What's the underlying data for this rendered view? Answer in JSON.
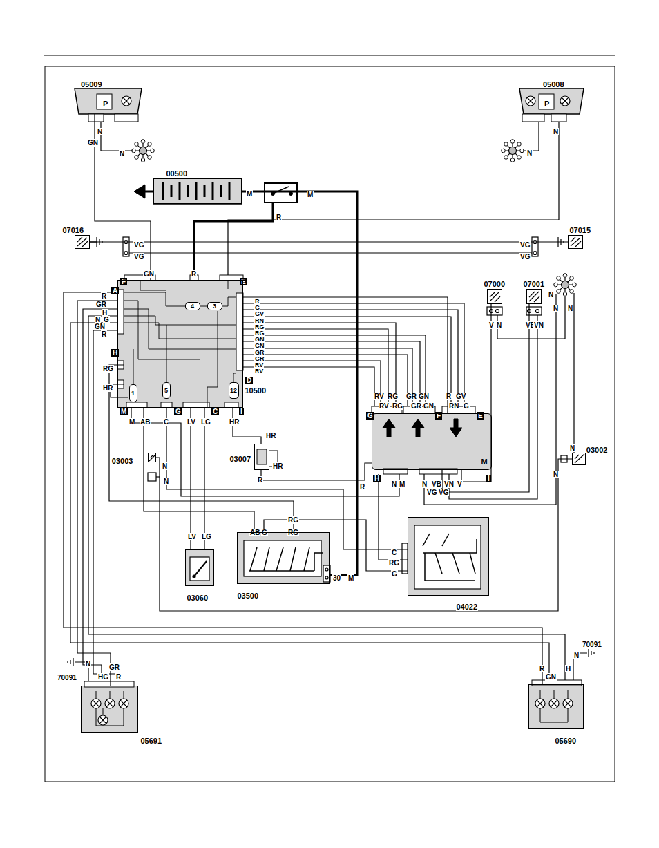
{
  "diagram": {
    "nodes": [
      {
        "text": [
          "05009",
          "P"
        ]
      },
      {
        "text": [
          "05008",
          "P"
        ]
      },
      {
        "text": [
          "00500"
        ]
      },
      {
        "text": [
          "07016"
        ]
      },
      {
        "text": [
          "07015"
        ]
      },
      {
        "text": [
          "10500"
        ]
      },
      {
        "text": [
          "4"
        ],
        "in": 5
      },
      {
        "text": [
          "3"
        ],
        "in": 5
      },
      {
        "text": [
          "1"
        ],
        "in": 5
      },
      {
        "text": [
          "5"
        ],
        "in": 5
      },
      {
        "text": [
          "12"
        ],
        "in": 5
      },
      {
        "text": [
          "07000"
        ]
      },
      {
        "text": [
          "07001"
        ]
      },
      {
        "text": [
          "M"
        ]
      },
      {
        "text": [
          "03003"
        ]
      },
      {
        "text": [
          "03007"
        ]
      },
      {
        "text": [
          "03002"
        ]
      },
      {
        "text": [
          "03060"
        ]
      },
      {
        "text": [
          "03500"
        ]
      },
      {
        "text": [
          "04022"
        ]
      },
      {
        "text": [
          "05691"
        ]
      },
      {
        "text": [
          "05690"
        ]
      }
    ],
    "edges": [
      {
        "from": 2,
        "to": 18,
        "arrow": "none",
        "label": "M"
      },
      {
        "from": 0,
        "to": 5,
        "arrow": "none"
      },
      {
        "from": 3,
        "to": 4,
        "arrow": "none"
      },
      {
        "from": 5,
        "to": 13,
        "arrow": "none"
      },
      {
        "from": 5,
        "to": 15,
        "arrow": "none"
      },
      {
        "from": 5,
        "to": 17,
        "arrow": "none"
      },
      {
        "from": 5,
        "to": 18,
        "arrow": "none"
      },
      {
        "from": 11,
        "to": 13,
        "arrow": "none"
      },
      {
        "from": 12,
        "to": 13,
        "arrow": "none"
      },
      {
        "from": 14,
        "to": 16,
        "arrow": "none"
      },
      {
        "from": 5,
        "to": 20,
        "arrow": "none"
      },
      {
        "from": 5,
        "to": 21,
        "arrow": "none"
      },
      {
        "from": 15,
        "to": 13,
        "arrow": "none"
      },
      {
        "from": 19,
        "to": 18,
        "arrow": "none"
      },
      {
        "from": 5,
        "to": 19,
        "arrow": "none"
      },
      {
        "from": 5,
        "to": 18,
        "arrow": "none"
      }
    ],
    "labels": [
      "N",
      "GN",
      "N",
      "N",
      "N",
      "M",
      "R",
      "VG",
      "VG",
      "VG",
      "VG",
      "GN",
      "R",
      "F",
      "E",
      "A",
      "R",
      "GR",
      "H",
      "N",
      "G",
      "GN",
      "R",
      "H",
      "RG",
      "HR",
      "R",
      "G",
      "GV",
      "RN",
      "RG",
      "RG",
      "GN",
      "GN",
      "GR",
      "GR",
      "RV",
      "RV",
      "D",
      "M",
      "G",
      "C",
      "I",
      "M",
      "AB",
      "C",
      "LV",
      "LG",
      "HR",
      "HR",
      "HR",
      "R",
      "N",
      "N",
      "RV",
      "RG",
      "GR",
      "GN",
      "R",
      "GV",
      "RV",
      "RG",
      "GR",
      "GN",
      "RN",
      "G",
      "G",
      "F",
      "E",
      "H",
      "I",
      "R",
      "N",
      "M",
      "N",
      "VB",
      "VN",
      "VG",
      "VG",
      "V",
      "V",
      "N",
      "VB",
      "VN",
      "N",
      "N",
      "N",
      "N",
      "N",
      "LV",
      "LG",
      "AB",
      "G",
      "RG",
      "RG",
      "30",
      "M",
      "C",
      "RG",
      "G",
      "N",
      "HG",
      "GR",
      "R",
      "70091",
      "R",
      "GN",
      "H",
      "N",
      "70091"
    ]
  }
}
